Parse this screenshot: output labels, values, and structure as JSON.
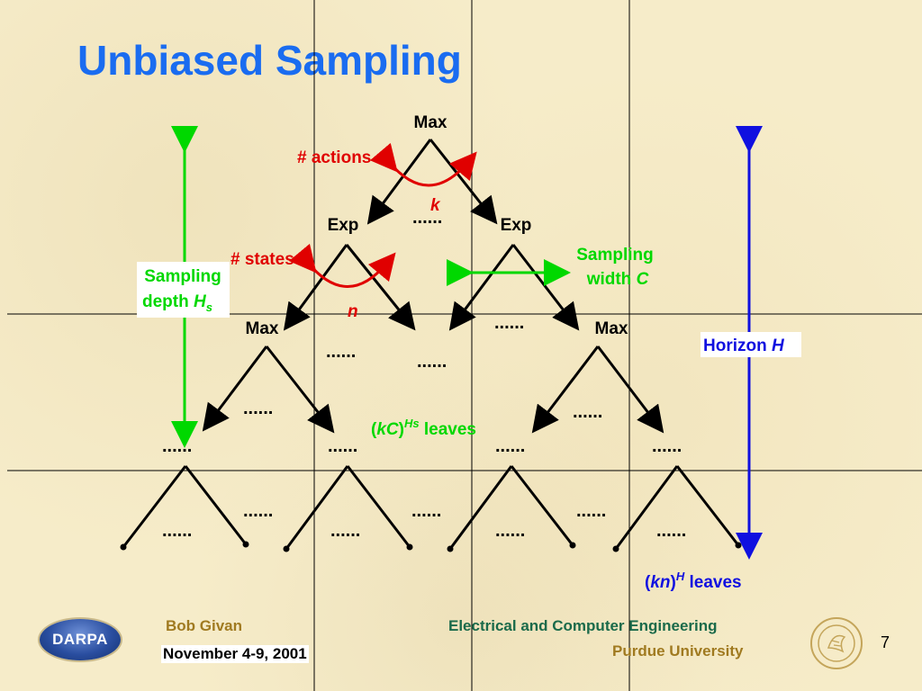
{
  "slide": {
    "title": "Unbiased Sampling",
    "page_number": "7"
  },
  "diagram": {
    "root_label": "Max",
    "exp_left_label": "Exp",
    "exp_right_label": "Exp",
    "max_left_label": "Max",
    "max_right_label": "Max",
    "dots": "......",
    "actions_label": "# actions",
    "actions_var": "k",
    "states_label": "# states",
    "states_var": "n",
    "sampling_depth_line1": "Sampling",
    "sampling_depth_line2": "depth",
    "sampling_depth_var": "H",
    "sampling_depth_sub": "s",
    "sampling_width_line1": "Sampling",
    "sampling_width_line2": "width",
    "sampling_width_var": "C",
    "horizon_label": "Horizon",
    "horizon_var": "H",
    "kc_leaves_open": "(",
    "kc_leaves_var": "kC",
    "kc_leaves_close": ")",
    "kc_leaves_sup": "Hs",
    "kc_leaves_word": " leaves",
    "kn_leaves_open": "(",
    "kn_leaves_var": "kn",
    "kn_leaves_close": ")",
    "kn_leaves_sup": "H",
    "kn_leaves_word": " leaves"
  },
  "footer": {
    "logo_text": "DARPA",
    "author": "Bob Givan",
    "date": "November 4-9, 2001",
    "department": "Electrical and Computer Engineering",
    "university": "Purdue University"
  },
  "colors": {
    "title": "#1a6cf0",
    "red": "#e00000",
    "green": "#00d800",
    "blue": "#1010e0",
    "teal": "#1a6a4a",
    "gold": "#a07a20"
  }
}
